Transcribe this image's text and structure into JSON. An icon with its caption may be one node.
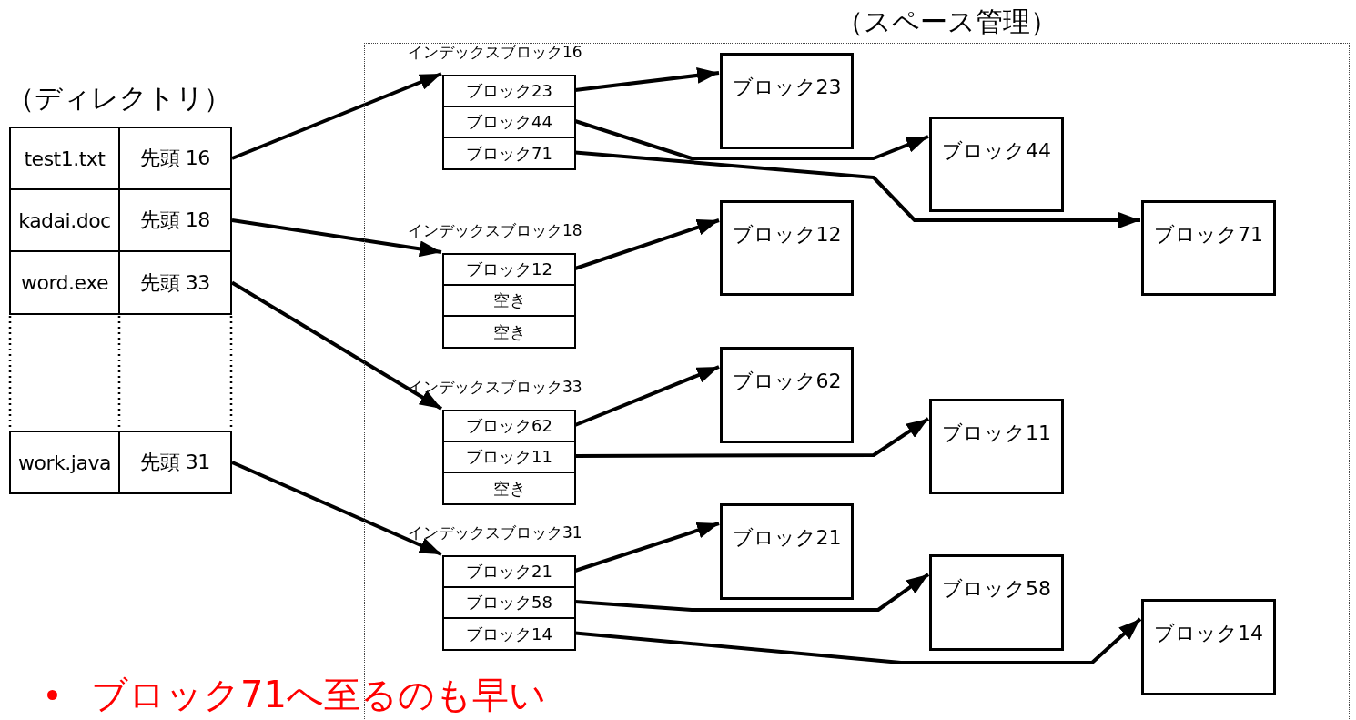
{
  "diagram": {
    "nodes": [
      {
        "text": [
          "test1.txt"
        ]
      },
      {
        "text": [
          "先頭 16"
        ]
      },
      {
        "text": [
          "kadai.doc"
        ]
      },
      {
        "text": [
          "先頭 18"
        ]
      },
      {
        "text": [
          "word.exe"
        ]
      },
      {
        "text": [
          "先頭 33"
        ]
      },
      {
        "text": [
          "work.java"
        ]
      },
      {
        "text": [
          "先頭 31"
        ]
      },
      {
        "text": [
          "（スペース管理）"
        ]
      },
      {
        "text": [
          "インデックスブロック16"
        ],
        "in": 8
      },
      {
        "text": [
          "ブロック23"
        ],
        "in": 9
      },
      {
        "text": [
          "ブロック44"
        ],
        "in": 9
      },
      {
        "text": [
          "ブロック71"
        ],
        "in": 9
      },
      {
        "text": [
          "インデックスブロック18"
        ],
        "in": 8
      },
      {
        "text": [
          "ブロック12"
        ],
        "in": 13
      },
      {
        "text": [
          "空き"
        ],
        "in": 13
      },
      {
        "text": [
          "空き"
        ],
        "in": 13
      },
      {
        "text": [
          "インデックスブロック33"
        ],
        "in": 8
      },
      {
        "text": [
          "ブロック62"
        ],
        "in": 17
      },
      {
        "text": [
          "ブロック11"
        ],
        "in": 17
      },
      {
        "text": [
          "空き"
        ],
        "in": 17
      },
      {
        "text": [
          "インデックスブロック31"
        ],
        "in": 8
      },
      {
        "text": [
          "ブロック21"
        ],
        "in": 21
      },
      {
        "text": [
          "ブロック58"
        ],
        "in": 21
      },
      {
        "text": [
          "ブロック14"
        ],
        "in": 21
      },
      {
        "text": [
          "ブロック23"
        ],
        "in": 8
      },
      {
        "text": [
          "ブロック44"
        ],
        "in": 8
      },
      {
        "text": [
          "ブロック71"
        ],
        "in": 8
      },
      {
        "text": [
          "ブロック12"
        ],
        "in": 8
      },
      {
        "text": [
          "ブロック62"
        ],
        "in": 8
      },
      {
        "text": [
          "ブロック11"
        ],
        "in": 8
      },
      {
        "text": [
          "ブロック21"
        ],
        "in": 8
      },
      {
        "text": [
          "ブロック58"
        ],
        "in": 8
      },
      {
        "text": [
          "ブロック14"
        ],
        "in": 8
      }
    ],
    "edges": [
      {
        "from": 1,
        "to": 9,
        "arrow": "to"
      },
      {
        "from": 3,
        "to": 13,
        "arrow": "to"
      },
      {
        "from": 5,
        "to": 17,
        "arrow": "to"
      },
      {
        "from": 7,
        "to": 21,
        "arrow": "to"
      },
      {
        "from": 10,
        "to": 25,
        "arrow": "to"
      },
      {
        "from": 11,
        "to": 26,
        "arrow": "to"
      },
      {
        "from": 12,
        "to": 27,
        "arrow": "to"
      },
      {
        "from": 14,
        "to": 28,
        "arrow": "to"
      },
      {
        "from": 18,
        "to": 29,
        "arrow": "to"
      },
      {
        "from": 19,
        "to": 30,
        "arrow": "to"
      },
      {
        "from": 22,
        "to": 31,
        "arrow": "to"
      },
      {
        "from": 23,
        "to": 32,
        "arrow": "to"
      },
      {
        "from": 24,
        "to": 33,
        "arrow": "to"
      }
    ],
    "labels": [
      "（ディレクトリ）",
      "ブロック71へ至るのも早い"
    ]
  }
}
